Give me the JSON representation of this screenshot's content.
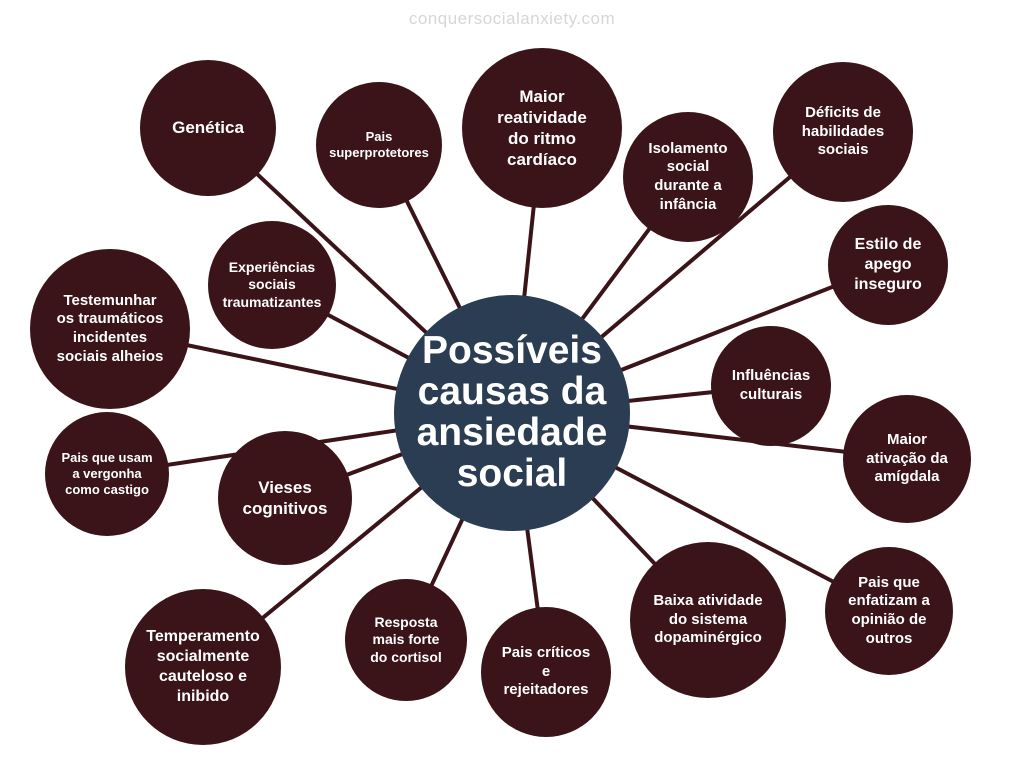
{
  "watermark": "conquersocialanxiety.com",
  "colors": {
    "node_fill": "#3a1419",
    "center_fill": "#2b3d52",
    "link": "#3a1419",
    "text": "#ffffff"
  },
  "center": {
    "label": "Possíveis\ncausas da\nansiedade\nsocial"
  },
  "nodes": [
    {
      "id": "genetica",
      "label": "Genética"
    },
    {
      "id": "pais-superprotetores",
      "label": "Pais\nsuperprotetores"
    },
    {
      "id": "maior-reatividade",
      "label": "Maior\nreatividade\ndo ritmo\ncardíaco"
    },
    {
      "id": "isolamento-social",
      "label": "Isolamento\nsocial\ndurante a\ninfância"
    },
    {
      "id": "deficits-habilidades",
      "label": "Déficits de\nhabilidades\nsociais"
    },
    {
      "id": "estilo-apego",
      "label": "Estilo de\napego\ninseguro"
    },
    {
      "id": "influencias-culturais",
      "label": "Influências\nculturais"
    },
    {
      "id": "ativacao-amigdala",
      "label": "Maior\nativação da\namígdala"
    },
    {
      "id": "pais-opiniao",
      "label": "Pais que\nenfatizam a\nopinião de\noutros"
    },
    {
      "id": "dopaminergico",
      "label": "Baixa atividade\ndo sistema\ndopaminérgico"
    },
    {
      "id": "pais-criticos",
      "label": "Pais críticos\ne\nrejeitadores"
    },
    {
      "id": "cortisol",
      "label": "Resposta\nmais forte\ndo cortisol"
    },
    {
      "id": "temperamento",
      "label": "Temperamento\nsocialmente\ncauteloso e\ninibido"
    },
    {
      "id": "vieses-cognitivos",
      "label": "Vieses\ncognitivos"
    },
    {
      "id": "pais-vergonha",
      "label": "Pais que usam\na vergonha\ncomo castigo"
    },
    {
      "id": "testemunhar",
      "label": "Testemunhar\nos traumáticos\nincidentes\nsociais alheios"
    },
    {
      "id": "experiencias-traumatizantes",
      "label": "Experiências\nsociais\ntraumatizantes"
    }
  ]
}
